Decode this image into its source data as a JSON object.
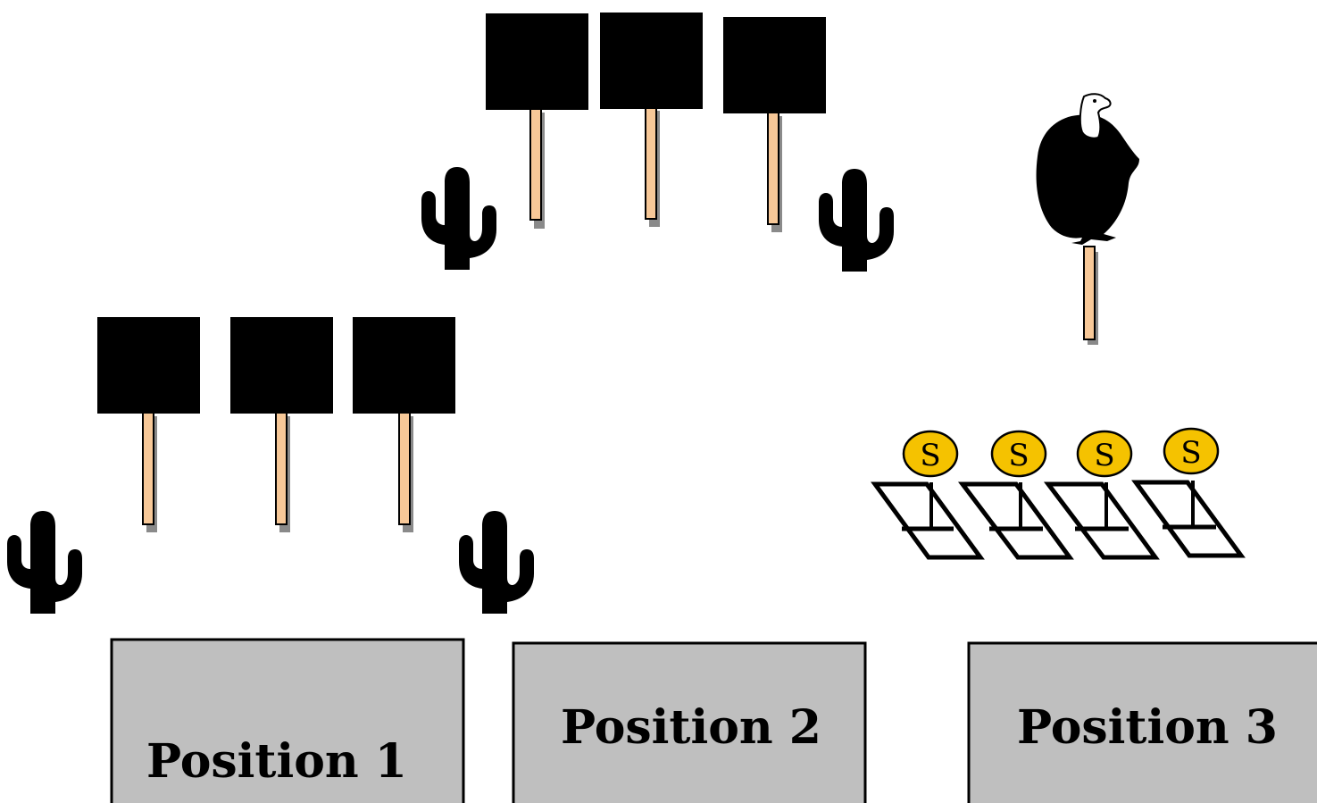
{
  "positions": [
    {
      "label": "Position 1"
    },
    {
      "label": "Position 2"
    },
    {
      "label": "Position 3"
    }
  ],
  "coins": [
    {
      "letter": "S"
    },
    {
      "letter": "S"
    },
    {
      "letter": "S"
    },
    {
      "letter": "S"
    }
  ],
  "icons": {
    "sign": "sign-icon",
    "cactus": "cactus-icon",
    "vulture": "vulture-icon",
    "coin": "coin-icon",
    "trap": "trap-icon"
  },
  "colors": {
    "position_box": "#bfbfbf",
    "coin": "#f5c200",
    "post": "#f7c898"
  }
}
